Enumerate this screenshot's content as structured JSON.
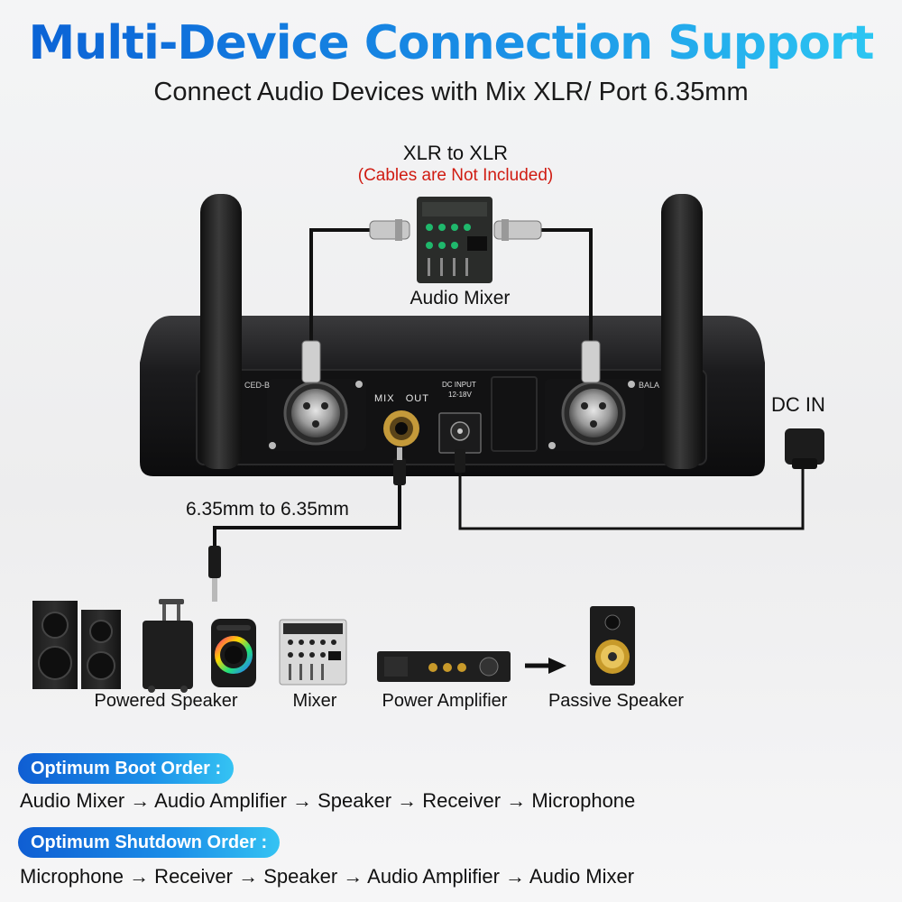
{
  "header": {
    "title": "Multi-Device Connection Support",
    "subtitle": "Connect Audio Devices with Mix XLR/ Port 6.35mm"
  },
  "diagram": {
    "xlr_label": "XLR to XLR",
    "cables_note": "(Cables are Not Included)",
    "mixer_label": "Audio Mixer",
    "dc_in_label": "DC IN",
    "jack_label": "6.35mm to 6.35mm",
    "receiver": {
      "mix_out_label": "MIX   OUT",
      "dc_input_label": "DC INPUT",
      "dc_voltage_label": "12-18V",
      "left_tag": "CED-B",
      "right_tag": "BALA"
    }
  },
  "devices": [
    {
      "label": "Powered Speaker"
    },
    {
      "label": "Mixer"
    },
    {
      "label": "Power Amplifier"
    },
    {
      "label": "Passive Speaker"
    }
  ],
  "boot_order": {
    "title": "Optimum Boot Order :",
    "sequence": "Audio Mixer → Audio Amplifier → Speaker → Receiver → Microphone"
  },
  "shutdown_order": {
    "title": "Optimum Shutdown Order :",
    "sequence": "Microphone → Receiver → Speaker → Audio Amplifier → Audio Mixer"
  },
  "colors": {
    "title_gradient_start": "#0b63d6",
    "title_gradient_end": "#2cc6f2",
    "note_red": "#d01c12",
    "pill_blue": "#1b8fe8"
  }
}
